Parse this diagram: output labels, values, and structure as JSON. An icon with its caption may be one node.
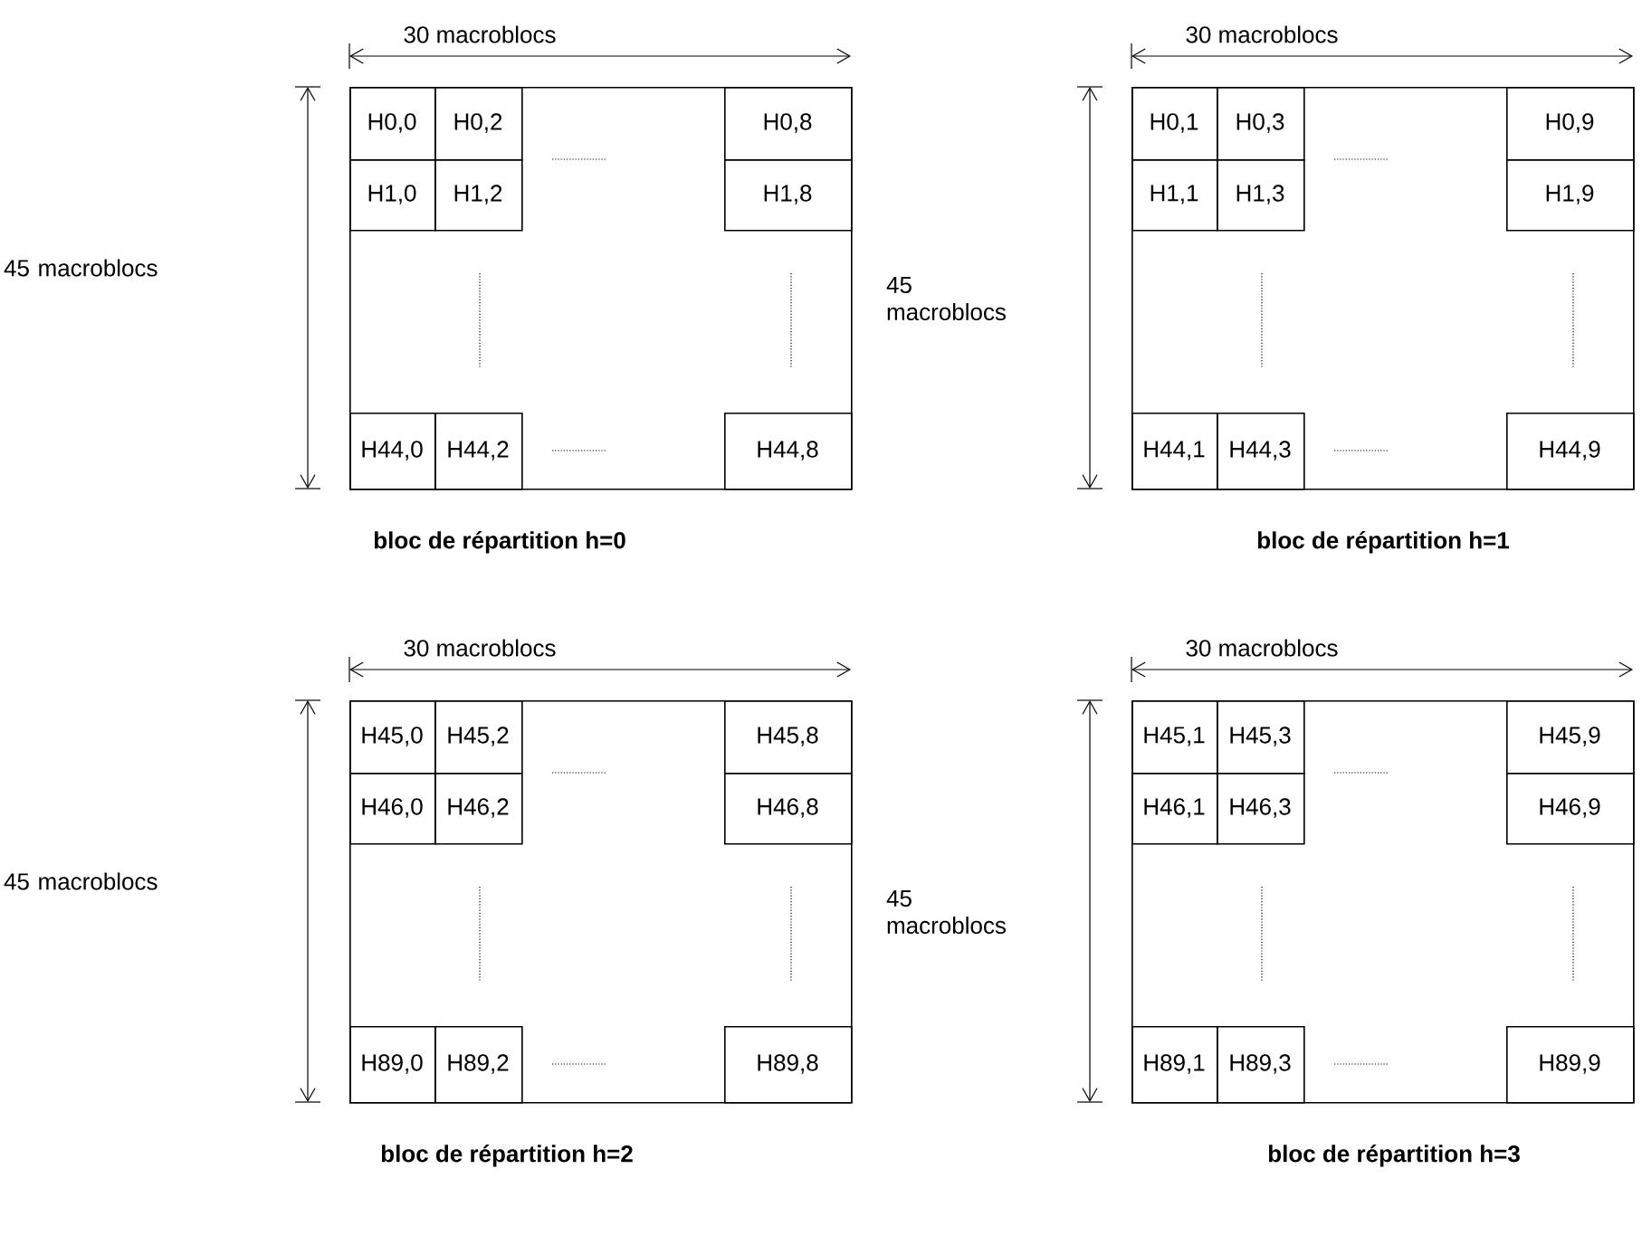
{
  "diagram": {
    "nodes": [
      {
        "text": [],
        "shape": "box",
        "beside": [
          "bloc de répartition h=0"
        ]
      },
      {
        "text": [
          "H0,0"
        ],
        "in": 0
      },
      {
        "text": [
          "H0,2"
        ],
        "in": 0
      },
      {
        "text": [
          "H0,8"
        ],
        "in": 0
      },
      {
        "text": [
          "H1,0"
        ],
        "in": 0
      },
      {
        "text": [
          "H1,2"
        ],
        "in": 0
      },
      {
        "text": [
          "H1,8"
        ],
        "in": 0
      },
      {
        "text": [
          "H44,0"
        ],
        "in": 0
      },
      {
        "text": [
          "H44,2"
        ],
        "in": 0
      },
      {
        "text": [
          "H44,8"
        ],
        "in": 0
      },
      {
        "text": [],
        "shape": "box",
        "beside": [
          "bloc de répartition h=1"
        ]
      },
      {
        "text": [
          "H0,1"
        ],
        "in": 10
      },
      {
        "text": [
          "H0,3"
        ],
        "in": 10
      },
      {
        "text": [
          "H0,9"
        ],
        "in": 10
      },
      {
        "text": [
          "H1,1"
        ],
        "in": 10
      },
      {
        "text": [
          "H1,3"
        ],
        "in": 10
      },
      {
        "text": [
          "H1,9"
        ],
        "in": 10
      },
      {
        "text": [
          "H44,1"
        ],
        "in": 10
      },
      {
        "text": [
          "H44,3"
        ],
        "in": 10
      },
      {
        "text": [
          "H44,9"
        ],
        "in": 10
      },
      {
        "text": [],
        "shape": "box",
        "beside": [
          "bloc de répartition h=2"
        ]
      },
      {
        "text": [
          "H45,0"
        ],
        "in": 20
      },
      {
        "text": [
          "H45,2"
        ],
        "in": 20
      },
      {
        "text": [
          "H45,8"
        ],
        "in": 20
      },
      {
        "text": [
          "H46,0"
        ],
        "in": 20
      },
      {
        "text": [
          "H46,2"
        ],
        "in": 20
      },
      {
        "text": [
          "H46,8"
        ],
        "in": 20
      },
      {
        "text": [
          "H89,0"
        ],
        "in": 20
      },
      {
        "text": [
          "H89,2"
        ],
        "in": 20
      },
      {
        "text": [
          "H89,8"
        ],
        "in": 20
      },
      {
        "text": [],
        "shape": "box",
        "beside": [
          "bloc de répartition h=3"
        ]
      },
      {
        "text": [
          "H45,1"
        ],
        "in": 30
      },
      {
        "text": [
          "H45,3"
        ],
        "in": 30
      },
      {
        "text": [
          "H45,9"
        ],
        "in": 30
      },
      {
        "text": [
          "H46,1"
        ],
        "in": 30
      },
      {
        "text": [
          "H46,3"
        ],
        "in": 30
      },
      {
        "text": [
          "H46,9"
        ],
        "in": 30
      },
      {
        "text": [
          "H89,1"
        ],
        "in": 30
      },
      {
        "text": [
          "H89,3"
        ],
        "in": 30
      },
      {
        "text": [
          "H89,9"
        ],
        "in": 30
      }
    ],
    "labels": [
      "30 macroblocs",
      "45 macroblocs",
      "30 macroblocs",
      "45 macroblocs",
      "30 macroblocs",
      "45 macroblocs",
      "30 macroblocs",
      "45 macroblocs"
    ]
  }
}
